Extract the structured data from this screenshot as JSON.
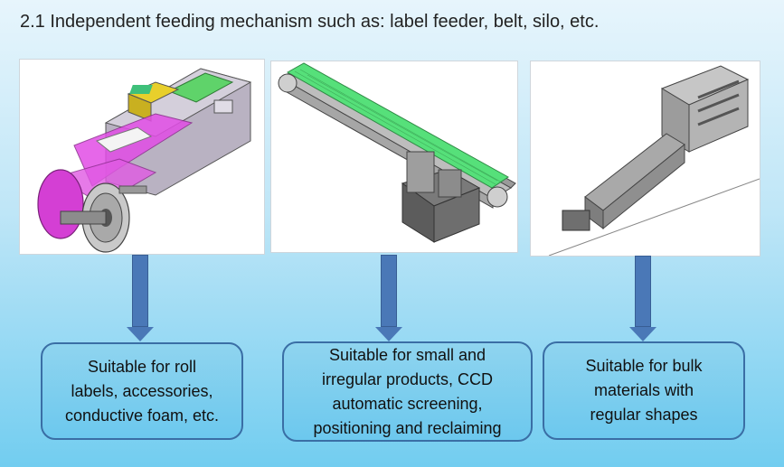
{
  "title": "2.1 Independent feeding mechanism such as: label feeder, belt, silo, etc.",
  "cards": [
    {
      "image_name": "label-feeder-image",
      "text_lines": [
        "Suitable for roll",
        "labels, accessories,",
        "conductive foam, etc."
      ]
    },
    {
      "image_name": "belt-conveyor-image",
      "text_lines": [
        "Suitable for small and",
        "irregular products, CCD",
        "automatic screening,",
        "positioning and reclaiming"
      ]
    },
    {
      "image_name": "silo-image",
      "text_lines": [
        "Suitable for bulk",
        "materials with",
        "regular shapes"
      ]
    }
  ],
  "colors": {
    "arrow": "#4a78b7",
    "box_border": "#3a6ea5",
    "box_fill": "#6cc8ee",
    "background_bottom": "#72cdf0"
  }
}
